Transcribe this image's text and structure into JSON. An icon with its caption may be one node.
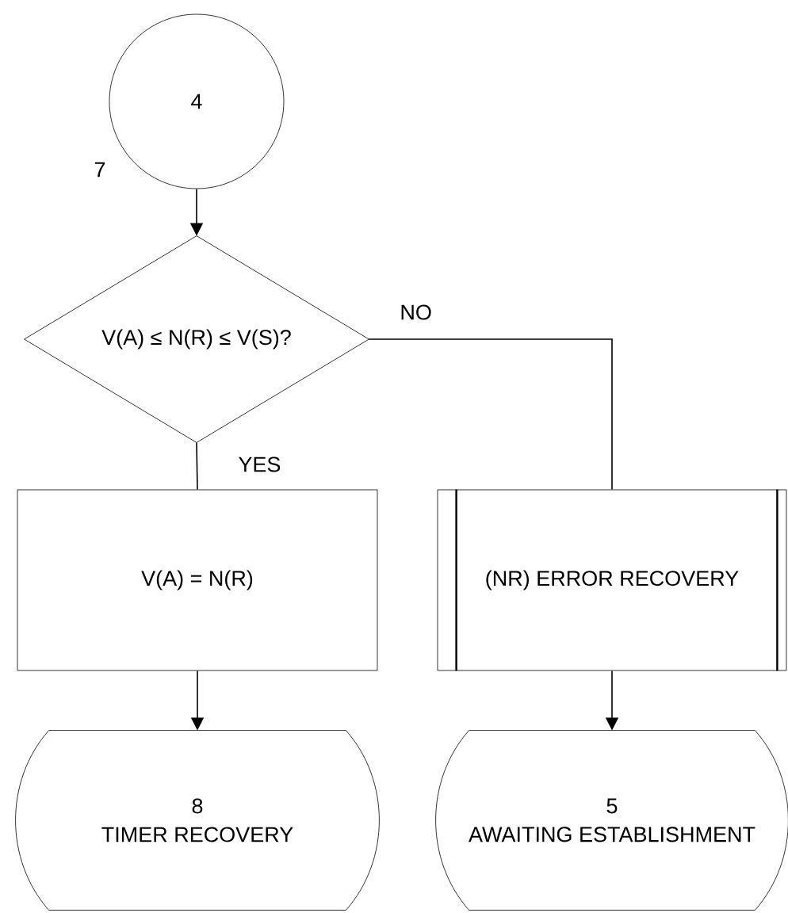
{
  "diagram": {
    "nodes": [
      {
        "text": [
          "4"
        ],
        "beside": [
          "7"
        ]
      },
      {
        "text": [
          "V(A) ≤ N(R) ≤ V(S)?"
        ]
      },
      {
        "text": [
          "V(A) = N(R)"
        ]
      },
      {
        "text": [
          "(NR) ERROR RECOVERY"
        ]
      },
      {
        "text": [
          "8",
          "TIMER RECOVERY"
        ]
      },
      {
        "text": [
          "5",
          "AWAITING ESTABLISHMENT"
        ]
      }
    ],
    "edges": [
      {
        "from": 0,
        "to": 1,
        "arrow": "to"
      },
      {
        "from": 1,
        "to": 2,
        "arrow": "none",
        "label": "YES"
      },
      {
        "from": 1,
        "to": 3,
        "arrow": "none",
        "label": "NO"
      },
      {
        "from": 2,
        "to": 4,
        "arrow": "to"
      },
      {
        "from": 3,
        "to": 5,
        "arrow": "to"
      }
    ]
  }
}
